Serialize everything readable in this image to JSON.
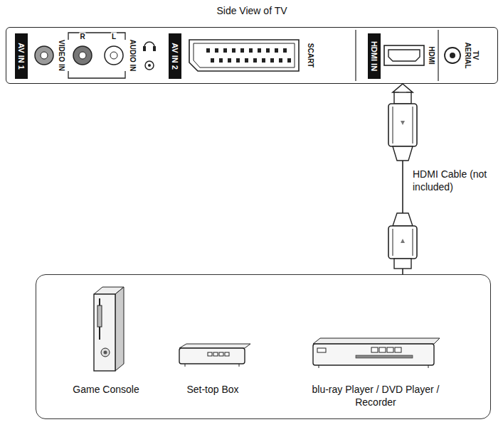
{
  "diagram": {
    "nodes": [
      {
        "text": [
          "Side View of TV"
        ]
      },
      {
        "text": [
          "AV IN 1"
        ],
        "in": 0
      },
      {
        "text": [
          "AV IN 2"
        ],
        "in": 0
      },
      {
        "text": [
          "HDMI IN"
        ],
        "in": 0
      },
      {
        "text": []
      },
      {
        "text": [
          "Game Console"
        ],
        "in": 4
      },
      {
        "text": [
          "Set-top Box"
        ],
        "in": 4
      },
      {
        "text": [
          "blu-ray Player / DVD Player / Recorder"
        ],
        "in": 4
      }
    ],
    "edges": [
      {
        "from": 4,
        "to": 0,
        "arrow": "to",
        "label": "HDMI Cable (not included)"
      }
    ],
    "labels": [
      "VIDEO IN",
      "R",
      "L",
      "AUDIO IN",
      "SCART",
      "HDMI",
      "TV AERIAL"
    ]
  }
}
